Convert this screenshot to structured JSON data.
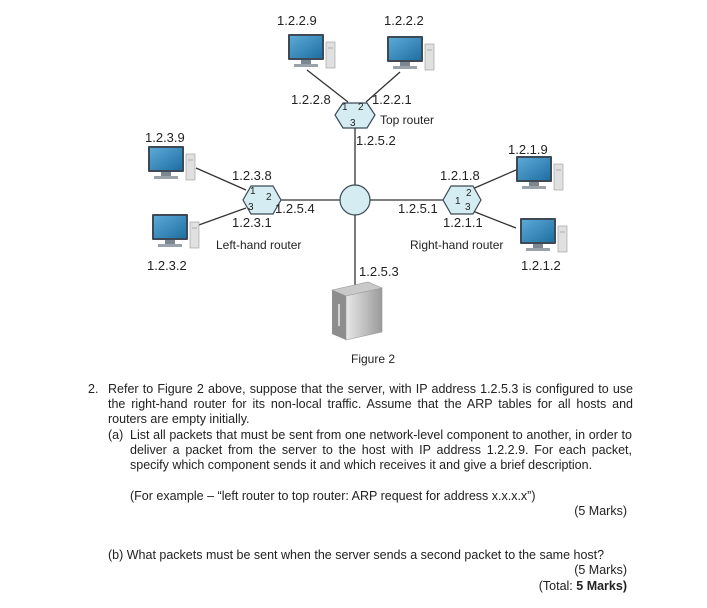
{
  "figure": {
    "caption": "Figure 2",
    "hosts": {
      "top_left": "1.2.2.9",
      "top_right": "1.2.2.2",
      "left_upper": "1.2.3.9",
      "left_lower": "1.2.3.2",
      "right_upper": "1.2.1.9",
      "right_lower": "1.2.1.2"
    },
    "server_address": "1.2.5.3",
    "top_router": {
      "name": "Top router",
      "if1": "1.2.2.8",
      "if2": "1.2.2.1",
      "if3": "1.2.5.2",
      "port1": "1",
      "port2": "2",
      "port3": "3"
    },
    "left_router": {
      "name": "Left-hand router",
      "if1": "1.2.3.8",
      "if2": "1.2.5.4",
      "if3": "1.2.3.1",
      "port1": "1",
      "port2": "2",
      "port3": "3"
    },
    "right_router": {
      "name": "Right-hand router",
      "if1": "1.2.5.1",
      "if2": "1.2.1.8",
      "if3": "1.2.1.1",
      "port1": "1",
      "port2": "2",
      "port3": "3"
    }
  },
  "question": {
    "number": "2.",
    "text": "Refer to Figure 2 above, suppose that the server, with IP address 1.2.5.3 is configured to use the right-hand router for its non-local traffic. Assume that the ARP tables for all hosts and routers are empty initially.",
    "part_a_label": "(a)",
    "part_a_text": "List all packets that must be sent from one network-level component to another, in order to deliver a packet from the server to the host with IP address 1.2.2.9. For each packet, specify which component sends it and which receives it and give a brief description.",
    "part_a_example": "(For example – “left router to top router: ARP request for address x.x.x.x”)",
    "part_a_marks": "(5 Marks)",
    "part_b": "(b) What packets must be sent when the server sends a second packet to the same host?",
    "part_b_marks": "(5 Marks)",
    "total_label": "(Total:",
    "total_value": "5 Marks)"
  }
}
